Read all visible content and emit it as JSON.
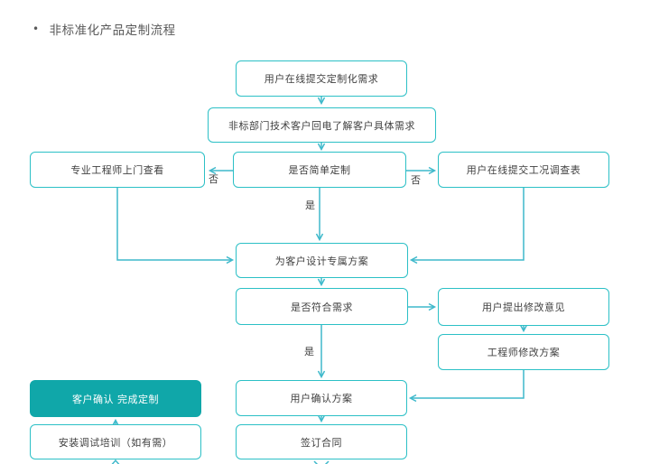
{
  "title": {
    "bullet": "•",
    "text": "非标准化产品定制流程"
  },
  "colors": {
    "background": "#FFFFFF",
    "box_border": "#2CC0C6",
    "arrow": "#3FB9CB",
    "filled_bg": "#10A7A9",
    "filled_text": "#FFFFFF",
    "text": "#404040",
    "title_text": "#595959"
  },
  "nodes": [
    {
      "label": "用户在线提交定制化需求"
    },
    {
      "label": "非标部门技术客户回电了解客户具体需求"
    },
    {
      "label": "专业工程师上门查看"
    },
    {
      "label": "是否简单定制"
    },
    {
      "label": "用户在线提交工况调查表"
    },
    {
      "label": "为客户设计专属方案"
    },
    {
      "label": "是否符合需求"
    },
    {
      "label": "用户提出修改意见"
    },
    {
      "label": "工程师修改方案"
    },
    {
      "label": "用户确认方案"
    },
    {
      "label": "签订合同"
    },
    {
      "label": "客户确认 完成定制"
    },
    {
      "label": "安装调试培训（如有需）"
    }
  ],
  "edge_labels": {
    "no_left": "否",
    "no_right": "否",
    "yes_upper": "是",
    "yes_lower": "是"
  }
}
